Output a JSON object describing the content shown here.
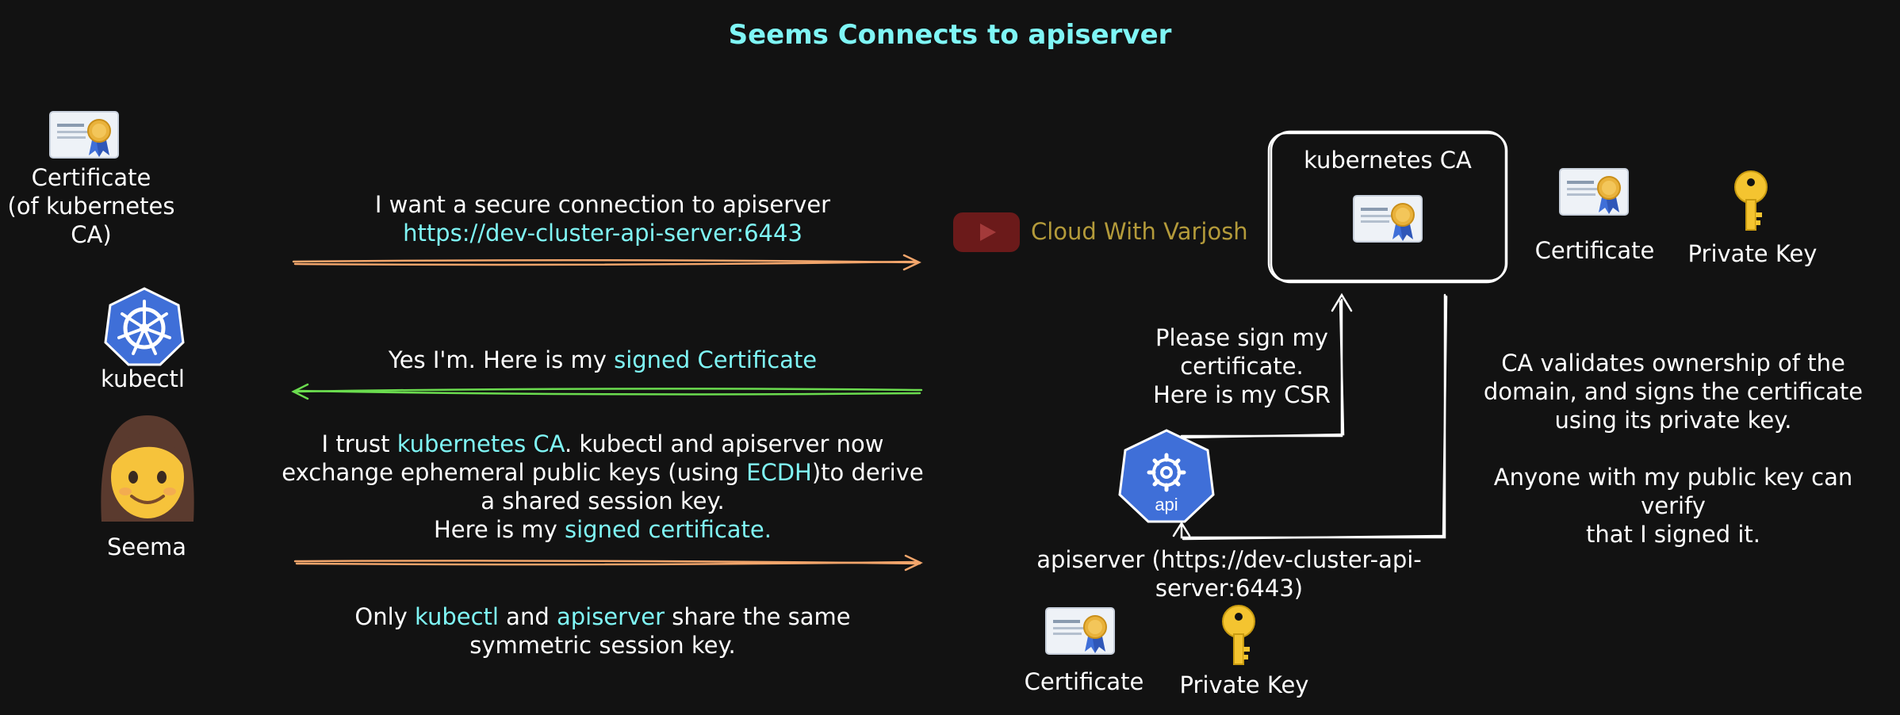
{
  "title": "Seems Connects to apiserver",
  "left": {
    "certificate_label": "Certificate\n(of kubernetes\nCA)",
    "kubectl_label": "kubectl",
    "seema_label": "Seema"
  },
  "messages": {
    "m1_line1": "I want a secure connection to apiserver",
    "m1_url": "https://dev-cluster-api-server:6443",
    "m2_pre": "Yes I'm. Here is my ",
    "m2_hl": "signed Certificate",
    "m3_l1_pre": "I trust ",
    "m3_l1_hl": "kubernetes CA",
    "m3_l1_post": ". kubectl and apiserver now",
    "m3_l2_pre": "exchange ephemeral public keys (using ",
    "m3_l2_hl": "ECDH",
    "m3_l2_post": ")to derive",
    "m3_l3": "a shared session key.",
    "m3_l4_pre": "Here is my ",
    "m3_l4_hl": "signed certificate.",
    "m4_l1_pre": "Only ",
    "m4_l1_hl1": "kubectl",
    "m4_l1_mid": " and ",
    "m4_l1_hl2": "apiserver",
    "m4_l1_post": " share the same",
    "m4_l2": "symmetric session key."
  },
  "watermark": "Cloud With Varjosh",
  "ca": {
    "title": "kubernetes CA",
    "certificate_label": "Certificate",
    "private_key_label": "Private Key",
    "note": "CA validates ownership of the\ndomain, and signs the certificate\nusing its private key.\n\nAnyone with my public key can verify\nthat I signed it."
  },
  "api": {
    "icon_text": "api",
    "csr_text": "Please sign my\ncertificate.\nHere is my CSR",
    "label": "apiserver (https://dev-cluster-api-\nserver:6443)",
    "certificate_label": "Certificate",
    "private_key_label": "Private Key"
  },
  "colors": {
    "background": "#121212",
    "highlight": "#7ff6f6",
    "arrow_request": "#f2a56b",
    "arrow_response": "#6bdc4f",
    "k8s_blue": "#3f6fd8",
    "watermark": "#b39a3a"
  }
}
